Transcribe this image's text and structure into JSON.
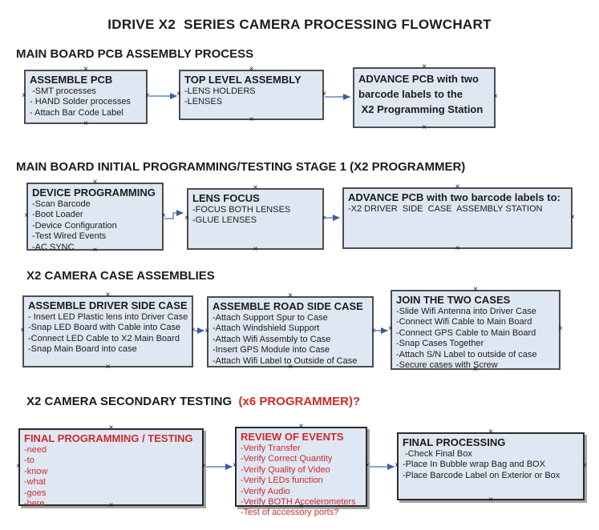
{
  "title": "IDRIVE X2  SERIES CAMERA PROCESSING FLOWCHART",
  "colors": {
    "box_fill": "#dfe7f3",
    "box_border": "#4d4d4d",
    "red_accent": "#cc2b2b",
    "arrow_line": "#8ea4c8",
    "arrow_head": "#38609f",
    "background": "#ffffff"
  },
  "icons": {
    "connection_handle": "×",
    "arrow_head": "▶"
  },
  "sections": {
    "s1": "MAIN BOARD PCB ASSEMBLY PROCESS",
    "s2": "MAIN BOARD INITIAL PROGRAMMING/TESTING STAGE 1 (X2 PROGRAMMER)",
    "s3": "X2 CAMERA CASE ASSEMBLIES",
    "s4_black": "X2 CAMERA SECONDARY TESTING  ",
    "s4_red": "(x6 PROGRAMMER)?"
  },
  "boxes": {
    "assemble_pcb": {
      "title": "ASSEMBLE PCB",
      "items": [
        " -SMT processes",
        "- HAND Solder processes",
        "- Attach Bar Code Label"
      ]
    },
    "top_level_assembly": {
      "title": "TOP LEVEL ASSEMBLY",
      "items": [
        "-LENS HOLDERS",
        "-LENSES"
      ]
    },
    "advance_pcb_station": {
      "lines": [
        "ADVANCE PCB with two",
        "barcode labels to the",
        " X2 Programming Station"
      ]
    },
    "device_programming": {
      "title": "DEVICE PROGRAMMING",
      "items": [
        "-Scan Barcode",
        "-Boot Loader",
        "-Device Configuration",
        "-Test Wired Events",
        "-AC SYNC"
      ]
    },
    "lens_focus": {
      "title": "LENS FOCUS",
      "items": [
        "-FOCUS BOTH LENSES",
        "-GLUE LENSES"
      ]
    },
    "advance_pcb_driver": {
      "title": "ADVANCE PCB with two barcode labels to:",
      "items": [
        "-X2 DRIVER  SIDE  CASE  ASSEMBLY STATION"
      ]
    },
    "assemble_driver_side": {
      "title": "ASSEMBLE DRIVER SIDE CASE",
      "items": [
        "- Insert LED Plastic lens into Driver Case",
        "-Snap LED Board with Cable into Case",
        "-Connect LED Cable to X2 Main Board",
        "-Snap Main Board into case"
      ]
    },
    "assemble_road_side": {
      "title": "ASSEMBLE ROAD SIDE CASE",
      "items": [
        "-Attach Support Spur to Case",
        "-Attach Windshield Support",
        "-Attach Wifi Assembly to Case",
        "-Insert GPS Module into Case",
        "-Attach Wifi Label to Outside of Case"
      ]
    },
    "join_two_cases": {
      "title": "JOIN THE TWO CASES",
      "items": [
        "-Slide Wifi Antenna into Driver Case",
        "-Connect Wifi Cable to Main Board",
        "-Connect GPS Cable to Main Board",
        "-Snap Cases Together",
        "-Attach S/N Label to outside of case",
        "-Secure cases with Screw"
      ]
    },
    "final_programming": {
      "title": "FINAL PROGRAMMING / TESTING",
      "items": [
        "-need",
        "-to",
        "-know",
        "-what",
        "-goes",
        "-here"
      ]
    },
    "review_of_events": {
      "title": "REVIEW OF EVENTS",
      "items": [
        "-Verify Transfer",
        "-Verify Correct Quantity",
        "-Verify Quality of Video",
        "-Verify LEDs function",
        "-Verify Audio",
        "-Verify BOTH Accelerometers",
        "-Test of accessory ports?"
      ]
    },
    "final_processing": {
      "title": "FINAL PROCESSING",
      "items": [
        " -Check Final Box",
        "-Place In Bubble wrap Bag and BOX",
        "-Place Barcode Label on Exterior or Box"
      ]
    }
  }
}
